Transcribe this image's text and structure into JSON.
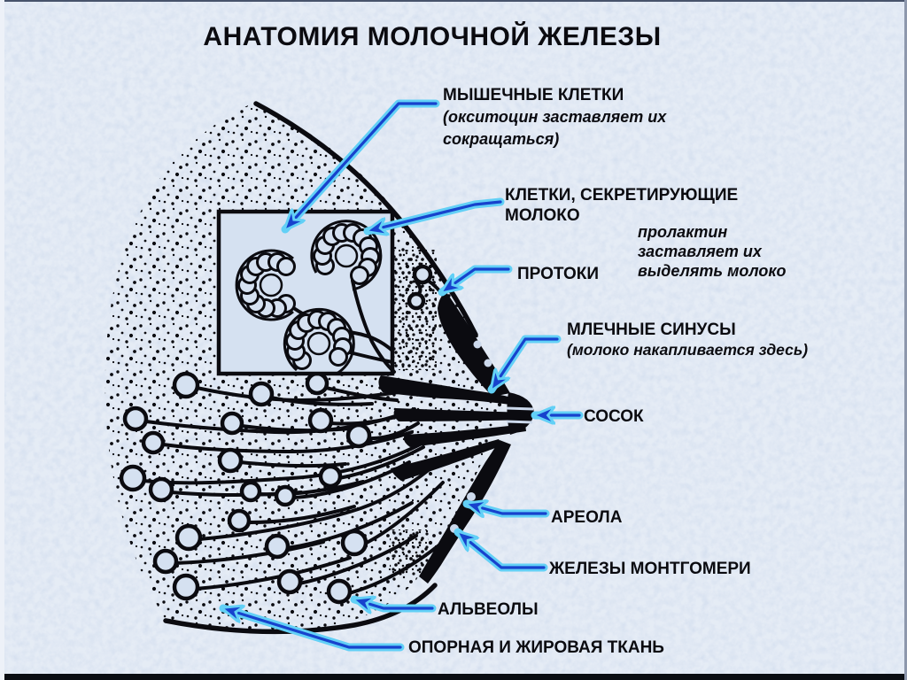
{
  "slide": {
    "title": "АНАТОМИЯ МОЛОЧНОЙ ЖЕЛЕЗЫ"
  },
  "labels": {
    "muscle_cells": {
      "name": "МЫШЕЧНЫЕ КЛЕТКИ",
      "note": [
        "(окситоцин заставляет их",
        "сокращаться)"
      ]
    },
    "secreting_cells": {
      "name": [
        "КЛЕТКИ, СЕКРЕТИРУЮЩИЕ",
        "МОЛОКО"
      ]
    },
    "prolactin_note": {
      "lines": [
        "пролактин",
        "заставляет их",
        "выделять молоко"
      ]
    },
    "ducts": {
      "name": "ПРОТОКИ"
    },
    "milk_sinuses": {
      "name": "МЛЕЧНЫЕ СИНУСЫ",
      "note": [
        "(молоко накапливается здесь)"
      ]
    },
    "nipple": {
      "name": "СОСОК"
    },
    "areola": {
      "name": "АРЕОЛА"
    },
    "montgomery_glands": {
      "name": "ЖЕЛЕЗЫ МОНТГОМЕРИ"
    },
    "alveoli": {
      "name": "АЛЬВЕОЛЫ"
    },
    "support_fat_tissue": {
      "name": "ОПОРНАЯ И ЖИРОВАЯ ТКАНЬ"
    }
  },
  "colors": {
    "background": "#ccd9ec",
    "ink": "#0b0b10",
    "arrow_outer": "#62d0f6",
    "arrow_inner": "#1742cd",
    "inset_fill": "#d5e1f1"
  }
}
